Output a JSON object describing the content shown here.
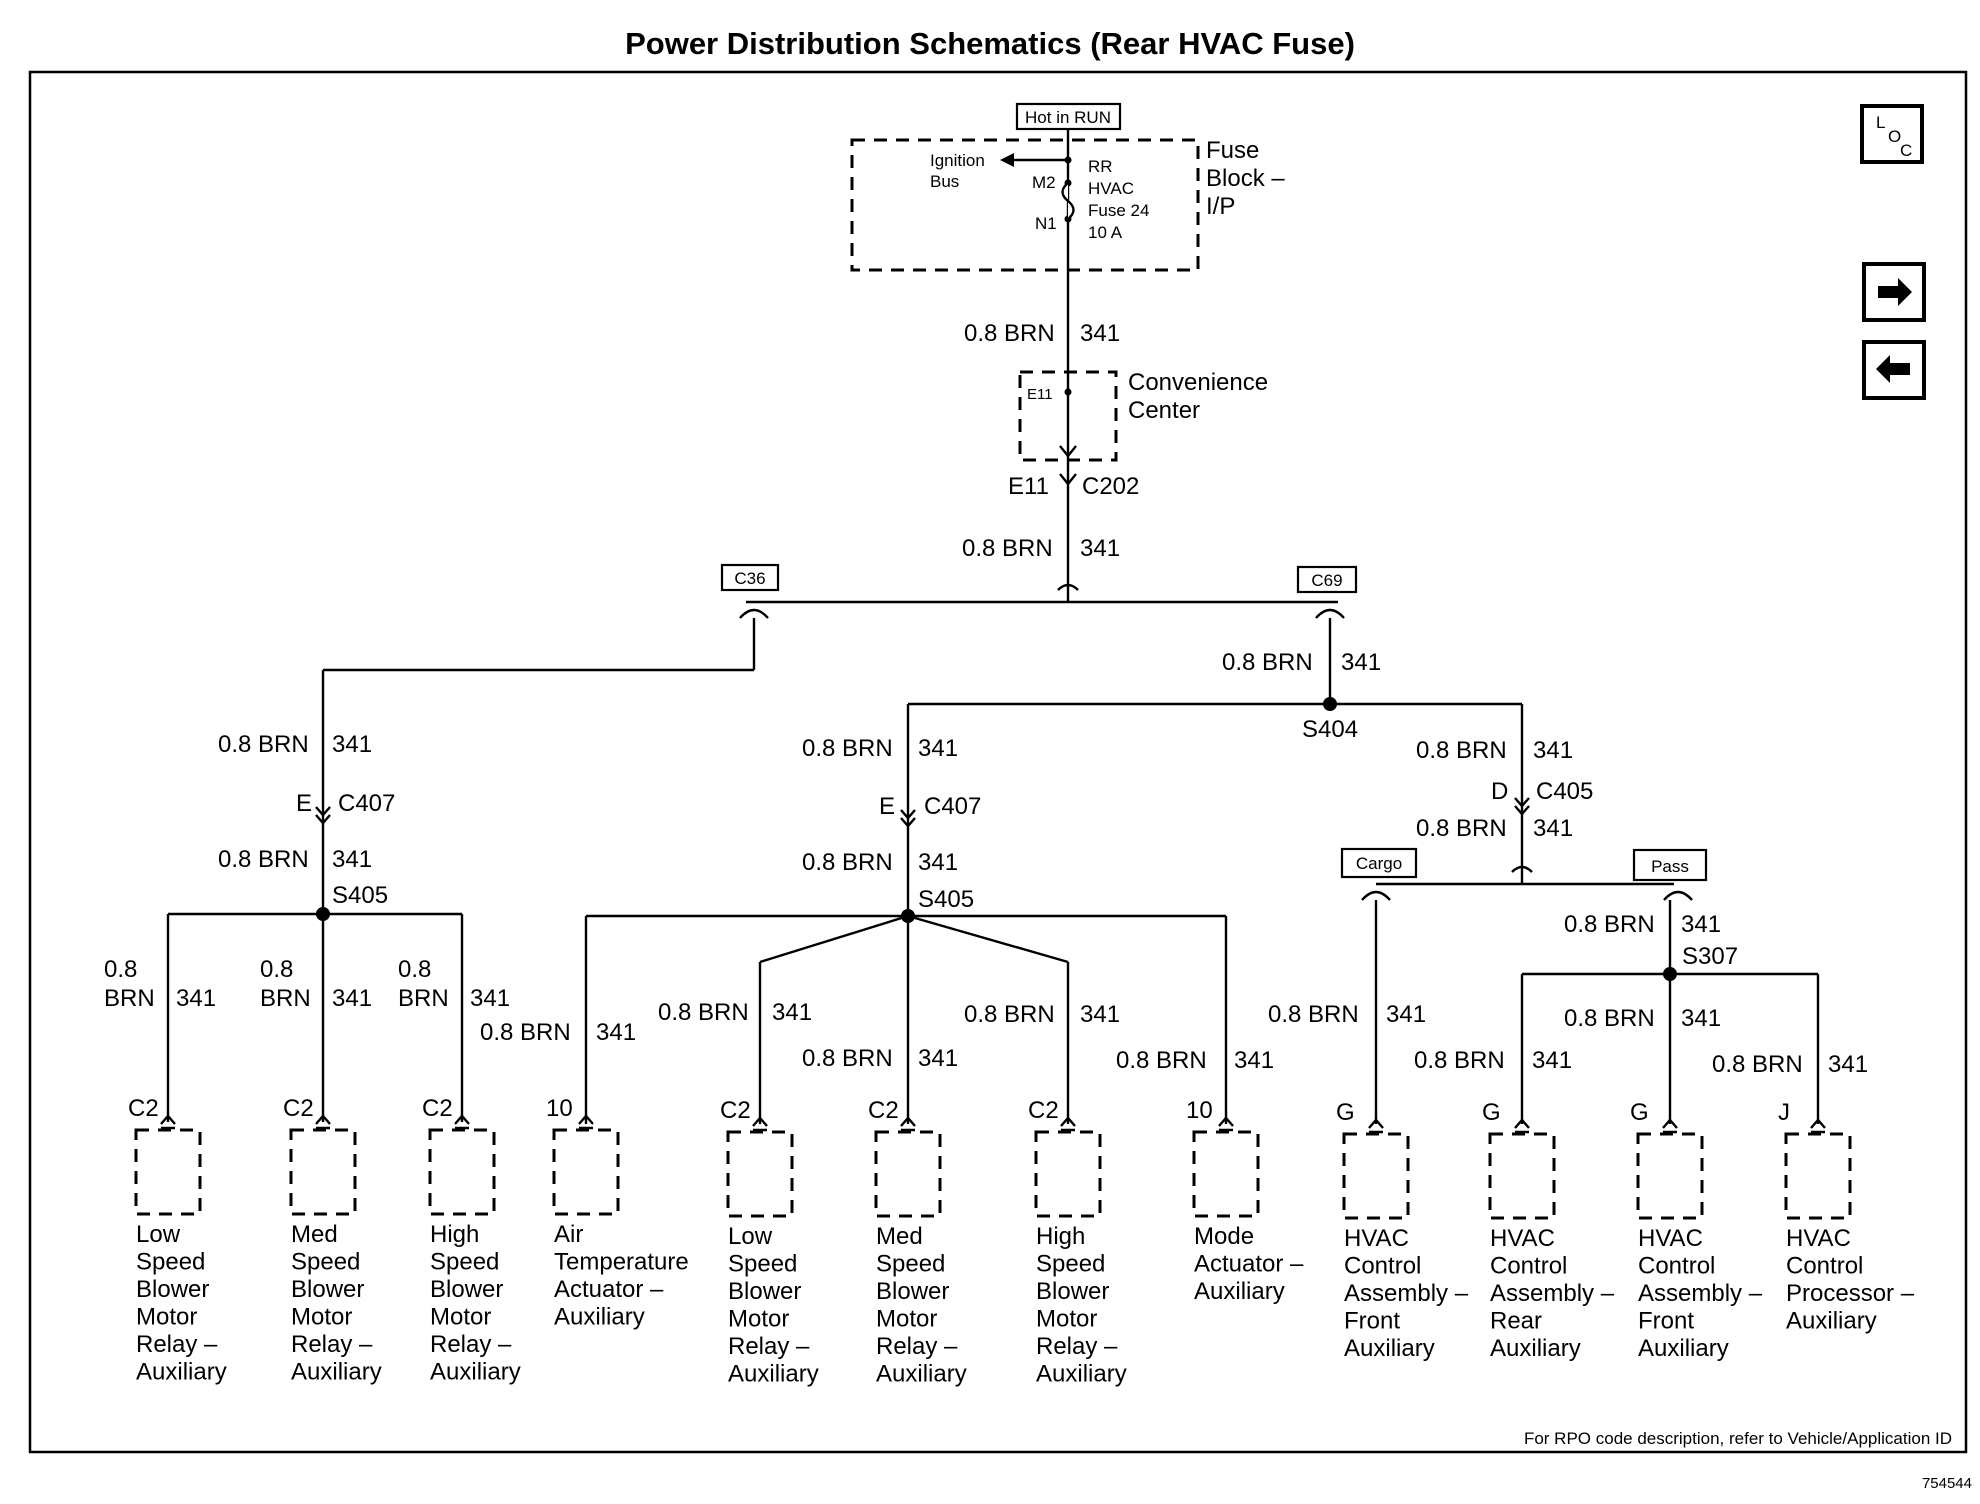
{
  "title": "Power Distribution Schematics (Rear HVAC Fuse)",
  "hot_label": "Hot in RUN",
  "fuse_block": {
    "ignition_bus": [
      "Ignition",
      "Bus"
    ],
    "m2": "M2",
    "n1": "N1",
    "fuse": [
      "RR",
      "HVAC",
      "Fuse 24",
      "10 A"
    ],
    "name": [
      "Fuse",
      "Block –",
      "I/P"
    ]
  },
  "wire": {
    "spec": "0.8 BRN",
    "circuit": "341",
    "spec_top": "0.8",
    "spec_bot": "BRN"
  },
  "convenience": {
    "e11": "E11",
    "name": [
      "Convenience",
      "Center"
    ]
  },
  "c202": {
    "pin": "E11",
    "name": "C202"
  },
  "option_tags": {
    "c36": "C36",
    "c69": "C69",
    "cargo": "Cargo",
    "pass": "Pass"
  },
  "c407": {
    "pin": "E",
    "name": "C407"
  },
  "c405": {
    "pin": "D",
    "name": "C405"
  },
  "splices": {
    "s404": "S404",
    "s405": "S405",
    "s307": "S307"
  },
  "components": [
    {
      "pin": "C2",
      "name": [
        "Low",
        "Speed",
        "Blower",
        "Motor",
        "Relay –",
        "Auxiliary"
      ]
    },
    {
      "pin": "C2",
      "name": [
        "Med",
        "Speed",
        "Blower",
        "Motor",
        "Relay –",
        "Auxiliary"
      ]
    },
    {
      "pin": "C2",
      "name": [
        "High",
        "Speed",
        "Blower",
        "Motor",
        "Relay –",
        "Auxiliary"
      ]
    },
    {
      "pin": "10",
      "name": [
        "Air",
        "Temperature",
        "Actuator –",
        "Auxiliary"
      ]
    },
    {
      "pin": "C2",
      "name": [
        "Low",
        "Speed",
        "Blower",
        "Motor",
        "Relay –",
        "Auxiliary"
      ]
    },
    {
      "pin": "C2",
      "name": [
        "Med",
        "Speed",
        "Blower",
        "Motor",
        "Relay –",
        "Auxiliary"
      ]
    },
    {
      "pin": "C2",
      "name": [
        "High",
        "Speed",
        "Blower",
        "Motor",
        "Relay –",
        "Auxiliary"
      ]
    },
    {
      "pin": "10",
      "name": [
        "Mode",
        "Actuator –",
        "Auxiliary"
      ]
    },
    {
      "pin": "G",
      "name": [
        "HVAC",
        "Control",
        "Assembly –",
        "Front",
        "Auxiliary"
      ]
    },
    {
      "pin": "G",
      "name": [
        "HVAC",
        "Control",
        "Assembly –",
        "Rear",
        "Auxiliary"
      ]
    },
    {
      "pin": "G",
      "name": [
        "HVAC",
        "Control",
        "Assembly –",
        "Front",
        "Auxiliary"
      ]
    },
    {
      "pin": "J",
      "name": [
        "HVAC",
        "Control",
        "Processor –",
        "Auxiliary"
      ]
    }
  ],
  "nav": {
    "loc": "LOC",
    "next": "next-arrow-icon",
    "prev": "prev-arrow-icon"
  },
  "footer_note": "For RPO code description, refer to Vehicle/Application ID",
  "figure_id": "754544"
}
